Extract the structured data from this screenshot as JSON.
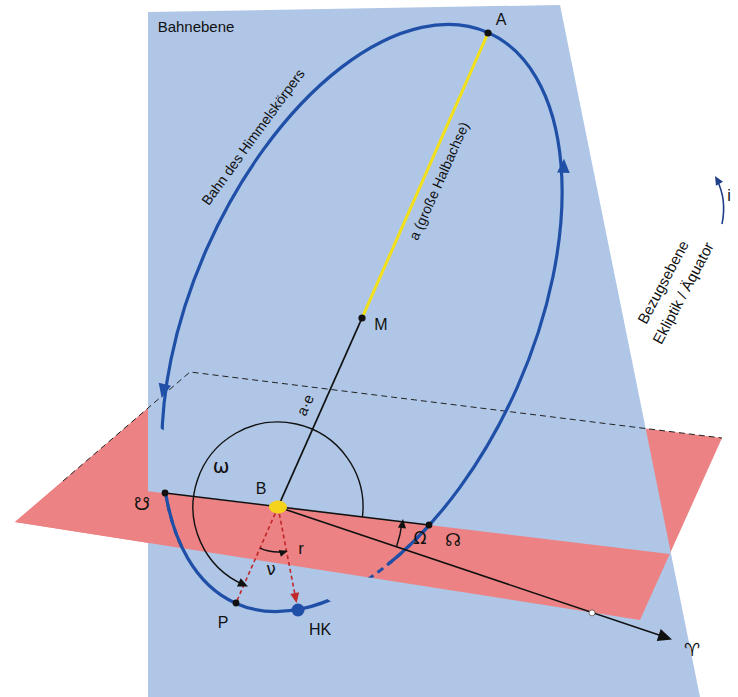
{
  "diagram": {
    "labels": [
      "Bahnebene",
      "A",
      "Bahn des Himmelskörpers",
      "a (große Halbachse)",
      "M",
      "a·e",
      "ω",
      "☋",
      "B",
      "Ω",
      "☊",
      "ν",
      "r",
      "P",
      "HK",
      "♈",
      "i",
      "Bezugsebene",
      "Ekliptik / Äquator"
    ]
  }
}
